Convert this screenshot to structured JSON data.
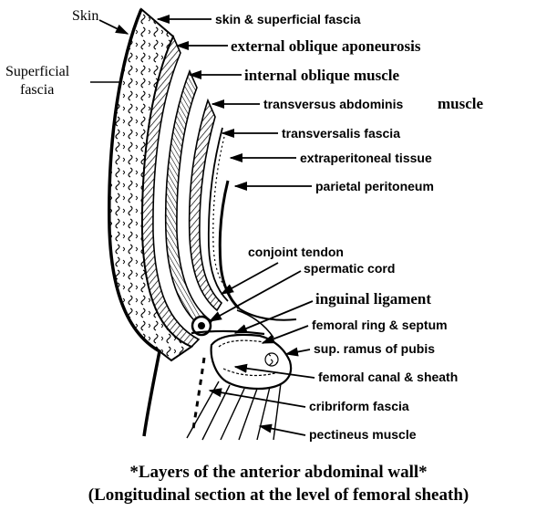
{
  "labels": {
    "skin": "Skin",
    "superficial_fascia_1": "Superficial",
    "superficial_fascia_2": "fascia",
    "skin_superficial": "skin & superficial fascia",
    "external_oblique": "external oblique aponeurosis",
    "internal_oblique": "internal oblique muscle",
    "transversus_a": "transversus abdominis",
    "transversus_b": "muscle",
    "transversalis": "transversalis fascia",
    "extraperitoneal": "extraperitoneal tissue",
    "parietal": "parietal peritoneum",
    "conjoint": "conjoint tendon",
    "spermatic": "spermatic cord",
    "inguinal": "inguinal ligament",
    "femoral_ring": "femoral ring & septum",
    "sup_ramus": "sup. ramus of pubis",
    "femoral_canal": "femoral canal & sheath",
    "cribriform": "cribriform fascia",
    "pectineus": "pectineus muscle"
  },
  "caption": {
    "line1": "*Layers of the anterior abdominal wall*",
    "line2": "(Longitudinal section at the level of femoral sheath)"
  }
}
